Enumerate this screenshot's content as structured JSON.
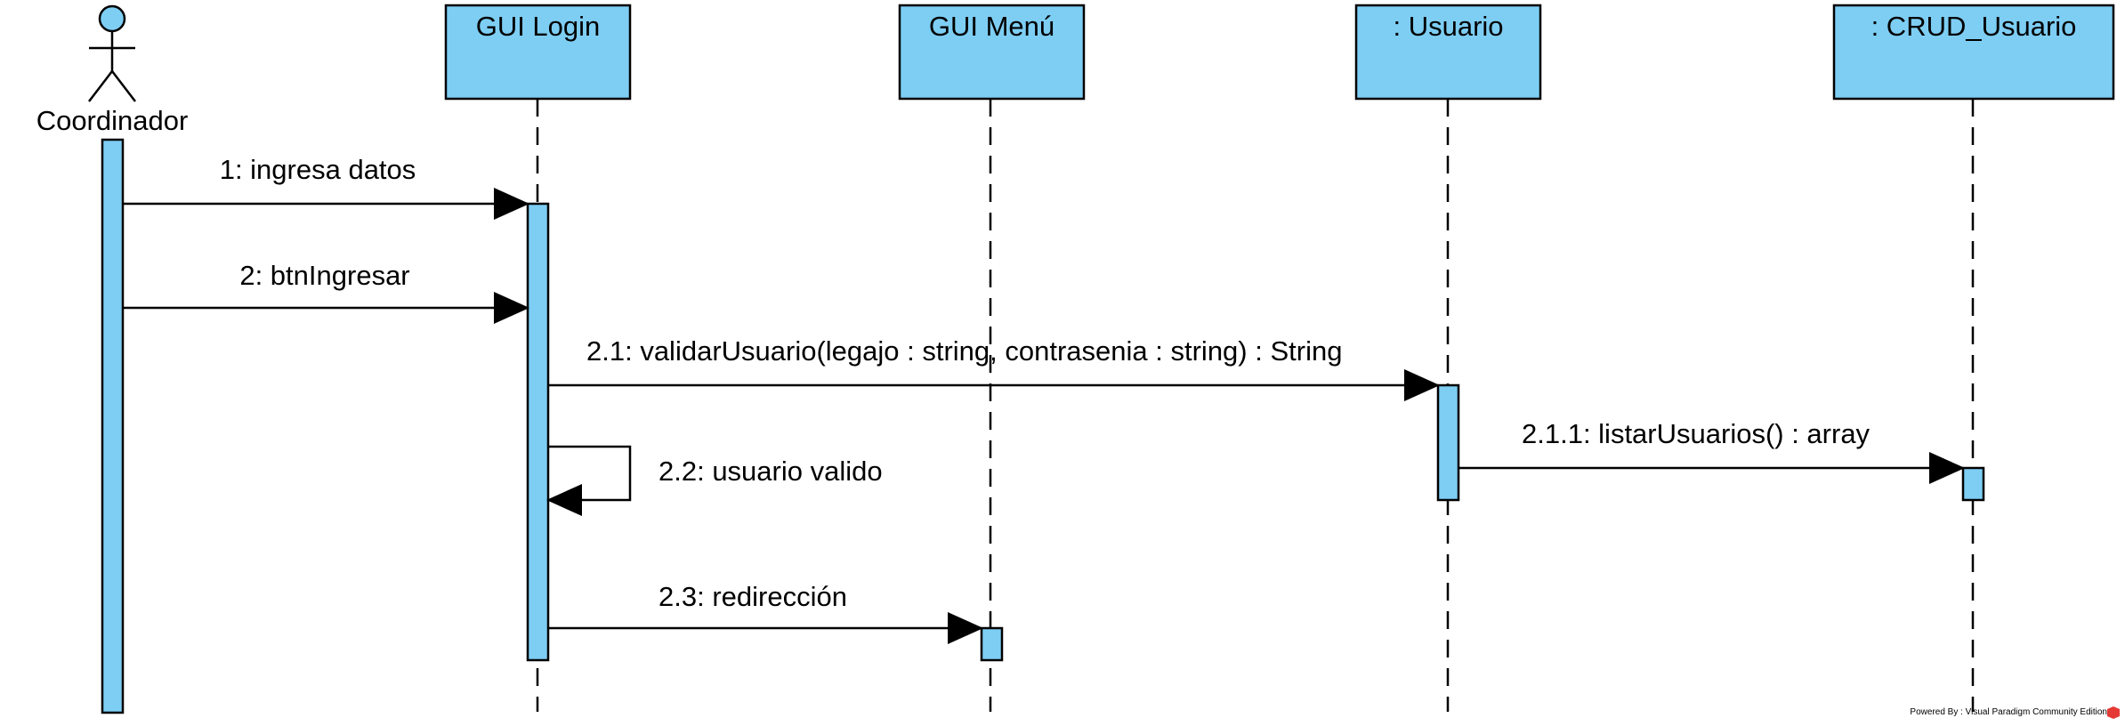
{
  "diagram": {
    "actor": {
      "name": "Coordinador"
    },
    "lifelines": [
      {
        "id": "gui_login",
        "name": "GUI Login"
      },
      {
        "id": "gui_menu",
        "name": "GUI Menú"
      },
      {
        "id": "usuario",
        "name": ": Usuario"
      },
      {
        "id": "crud_usuario",
        "name": ": CRUD_Usuario"
      }
    ],
    "messages": [
      {
        "id": "m1",
        "label": "1: ingresa datos",
        "from": "Coordinador",
        "to": "GUI Login"
      },
      {
        "id": "m2",
        "label": "2: btnIngresar",
        "from": "Coordinador",
        "to": "GUI Login"
      },
      {
        "id": "m21",
        "label": "2.1: validarUsuario(legajo : string, contrasenia : string) : String",
        "from": "GUI Login",
        "to": ": Usuario"
      },
      {
        "id": "m211",
        "label": "2.1.1: listarUsuarios() : array",
        "from": ": Usuario",
        "to": ": CRUD_Usuario"
      },
      {
        "id": "m22",
        "label": "2.2: usuario valido",
        "from": "GUI Login",
        "to": "GUI Login"
      },
      {
        "id": "m23",
        "label": "2.3: redirección",
        "from": "GUI Login",
        "to": "GUI Menú"
      }
    ],
    "colors": {
      "fill": "#7ECEF4",
      "stroke": "#000000"
    },
    "watermark": "Powered By : Visual Paradigm Community Edition"
  }
}
